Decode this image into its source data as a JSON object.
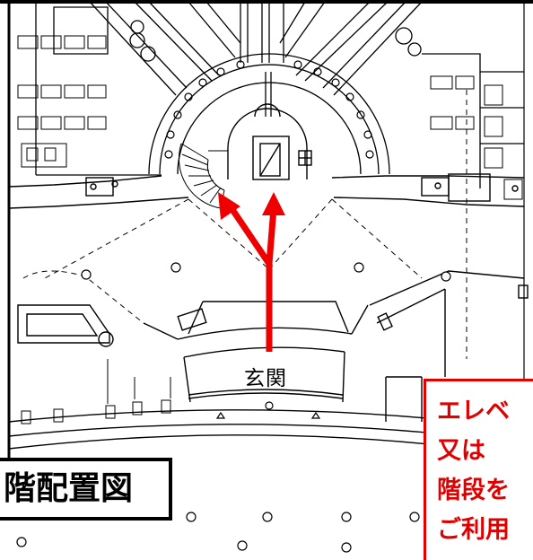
{
  "map": {
    "entrance_label": "玄関",
    "floor_title": "階配置図",
    "notice_lines": [
      "エレベ",
      "又は",
      "階段を",
      "ご利用"
    ],
    "colors": {
      "arrow": "#ee0000",
      "notice_text": "#e00000",
      "notice_border": "#e00000",
      "lines": "#000000"
    },
    "icons": [
      "route-arrow-left",
      "route-arrow-right",
      "elevator-icon",
      "stair-icon",
      "column-marker-icon"
    ]
  }
}
